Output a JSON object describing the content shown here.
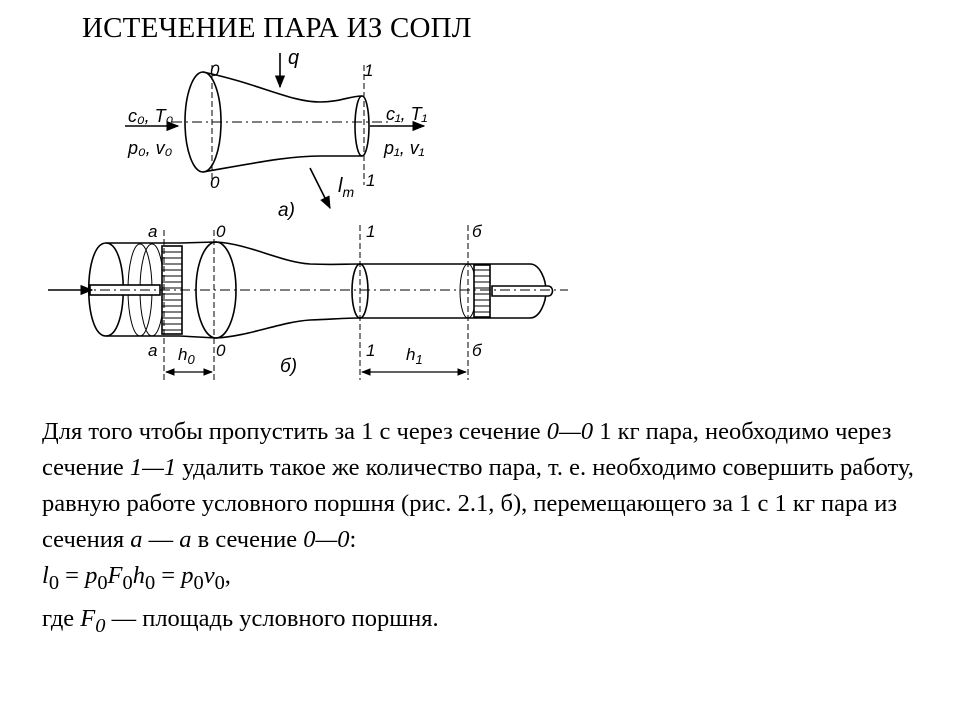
{
  "title": "ИСТЕЧЕНИЕ ПАРА ИЗ СОПЛ",
  "figure": {
    "top_section_left": "0",
    "top_section_right": "1",
    "heat_label": "q",
    "work_label": "l",
    "work_sub": "т",
    "inlet_label_1": "c₀, T₀",
    "inlet_label_2": "p₀, v₀",
    "outlet_label_1": "c₁, T₁",
    "outlet_label_2": "p₁, v₁",
    "caption_a": "а)",
    "caption_b": "б)",
    "piston_a": "а",
    "section_0": "0",
    "section_1": "1",
    "piston_b": "б",
    "h0": "h",
    "h0_sub": "0",
    "h1": "h",
    "h1_sub": "1"
  },
  "text": {
    "p1_a": "Для того чтобы пропустить за 1 с через сечение ",
    "p1_sec0": "0—0",
    "p1_b": " 1 кг пара, необходимо через сечение ",
    "p1_sec1": "1—1",
    "p1_c": " удалить такое же количество пара, т. е. необходимо совершить работу, равную работе условного поршня (рис. 2.1, б), перемещающего за 1 с 1 кг пара из сечения ",
    "p1_a1": "а",
    "p1_d": " — ",
    "p1_a2": "а",
    "p1_e": " в сечение ",
    "p1_sec0b": "0—0",
    "p1_f": ":",
    "formula": {
      "l": "l",
      "l_sub": "0",
      "eq1": " = ",
      "p": "p",
      "p_sub": "0",
      "F": "F",
      "F_sub": "0",
      "h": "h",
      "h_sub": "0",
      "eq2": " = ",
      "p2": "p",
      "p2_sub": "0",
      "v": "v",
      "v_sub": "0",
      "end": ","
    },
    "p3_a": "где ",
    "p3_F": "F",
    "p3_F_sub": "0",
    "p3_b": " — площадь условного поршня."
  }
}
